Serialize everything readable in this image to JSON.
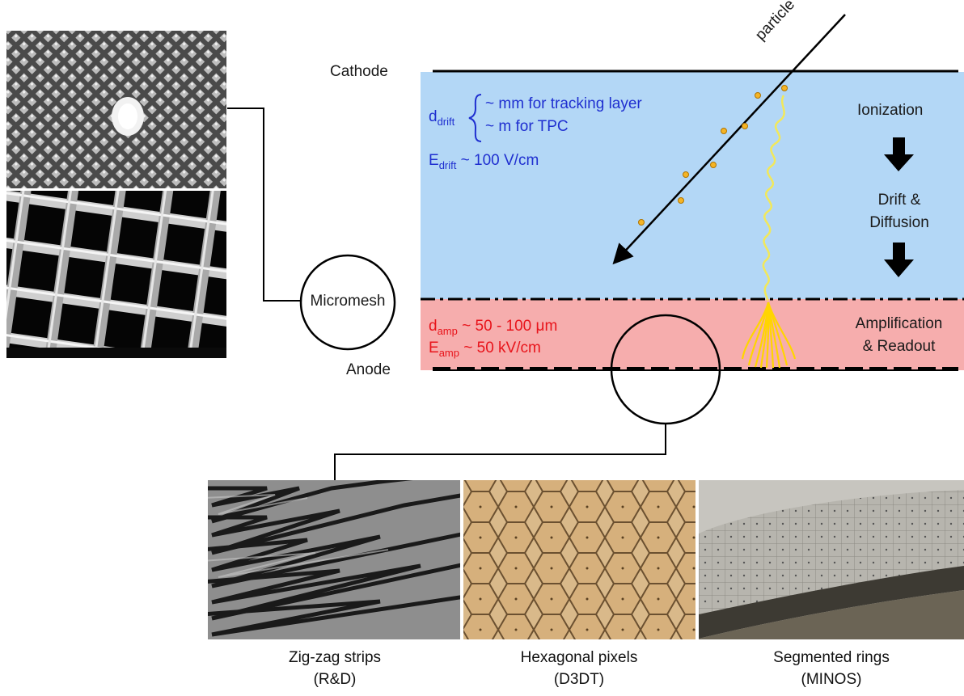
{
  "labels": {
    "cathode": "Cathode",
    "anode": "Anode",
    "particle": "particle",
    "micromesh": "Micromesh",
    "ionization": "Ionization",
    "drift_line1": "Drift &",
    "drift_line2": "Diffusion",
    "amp_line1": "Amplification",
    "amp_line2": "& Readout"
  },
  "drift_params": {
    "d_sym": "d",
    "d_sub": "drift",
    "mm_text": "~ mm for tracking layer",
    "m_text": "~ m for TPC",
    "e_sym": "E",
    "e_sub": "drift",
    "e_text": "~ 100 V/cm"
  },
  "amp_params": {
    "d_sym": "d",
    "d_sub": "amp",
    "d_text": "~ 50 - 100 μm",
    "e_sym": "E",
    "e_sub": "amp",
    "e_text": "~ 50 kV/cm"
  },
  "readouts": [
    {
      "line1": "Zig-zag strips",
      "line2": "(R&D)"
    },
    {
      "line1": "Hexagonal pixels",
      "line2": "(D3DT)"
    },
    {
      "line1": "Segmented rings",
      "line2": "(MINOS)"
    }
  ],
  "colors": {
    "drift_region": "#b3d7f6",
    "amp_region": "#f6adad",
    "electron": "#f5b425",
    "avalanche": "#ffd500",
    "param_blue": "#1f2fd0",
    "param_red": "#e8141b"
  }
}
